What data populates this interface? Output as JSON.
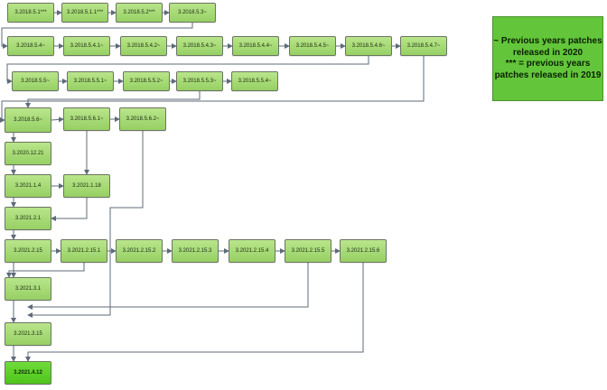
{
  "nodes": {
    "n1": "3.2018.5.1***",
    "n2": "3.2018.5.1.1***",
    "n3": "3.2018.5.2***",
    "n4": "3.2018.5.3~",
    "n5": "3.2018.5.4~",
    "n6": "3.2018.5.4.1~",
    "n7": "3.2018.5.4.2~",
    "n8": "3.2018.5.4.3~",
    "n9": "3.2018.5.4.4~",
    "n10": "3.2018.5.4.5~",
    "n11": "3.2018.5.4.6~",
    "n12": "3.2018.5.4.7~",
    "n13": "3.2018.5.5~",
    "n14": "3.2018.5.5.1~",
    "n15": "3.2018.5.5.2~",
    "n16": "3.2018.5.5.3~",
    "n17": "3.2018.5.5.4~",
    "n18": "3.2018.5.6~",
    "n19": "3.2018.5.6.1~",
    "n20": "3.2018.5.6.2~",
    "n21": "3.2020.12.21",
    "n22": "3.2021.1.4",
    "n23": "3.2021.1.18",
    "n24": "3.2021.2.1",
    "n25": "3.2021.2.15",
    "n26": "3.2021.2.15.1",
    "n27": "3.2021.2.15.2",
    "n28": "3.2021.2.15.3",
    "n29": "3.2021.2.15.4",
    "n30": "3.2021.2.15.5",
    "n31": "3.2021.2.15.6",
    "n32": "3.2021.3.1",
    "n33": "3.2021.3.15",
    "n34": "3.2021.4.12"
  },
  "legend": {
    "line1": "~ Previous years patches",
    "line2": "released in 2020",
    "line3": "*** = previous years",
    "line4": "patches released in 2019"
  },
  "colors": {
    "node_fill": "#a6db73",
    "final_fill": "#5ad227",
    "legend_fill": "#63c63a",
    "edge": "#5e6b7a"
  }
}
